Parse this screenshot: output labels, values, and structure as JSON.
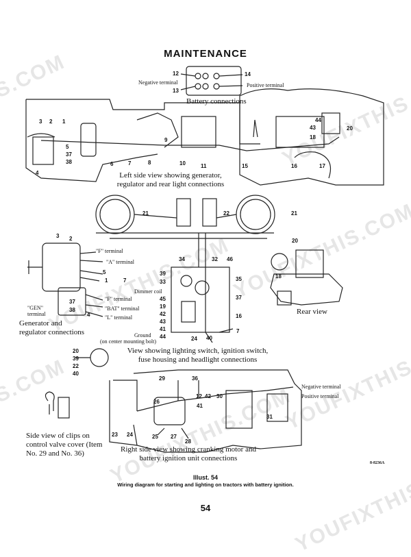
{
  "header": {
    "title": "MAINTENANCE"
  },
  "watermarks": [
    "S.COM",
    "YOUFIXTHIS",
    "YOUFIXTHIS.COM",
    "YOUFIXTHIS.COM",
    "S.COM",
    "YOUFIXTHIS",
    "YOUFIXTHIS.COM",
    "YOUFIXTHIS.COM"
  ],
  "battery": {
    "caption": "Battery connections",
    "negative": "Negative terminal",
    "positive": "Positive terminal",
    "n12": "12",
    "n13": "13",
    "n14": "14"
  },
  "left_side": {
    "caption": "Left side view showing generator, regulator and rear light connections",
    "numbers": [
      "3",
      "2",
      "1",
      "5",
      "37",
      "38",
      "4",
      "6",
      "7",
      "8",
      "9",
      "10",
      "11",
      "15",
      "16",
      "17",
      "44",
      "43",
      "18",
      "20"
    ]
  },
  "dash": {
    "n21a": "21",
    "n22": "22",
    "n21b": "21"
  },
  "generator": {
    "f_terminal": "\"F\" terminal",
    "a_terminal": "\"A\" terminal",
    "gen_terminal": "\"GEN\" terminal",
    "f2_terminal": "\"F\" terminal",
    "bat_terminal": "\"BAT\" terminal",
    "l_terminal": "\"L\" terminal",
    "caption": "Generator and regulator connections",
    "numbers": [
      "3",
      "2",
      "1",
      "5",
      "7",
      "37",
      "38",
      "4"
    ]
  },
  "switch_view": {
    "dimmer": "Dimmer coil",
    "ground": "Ground",
    "ground_sub": "(on center mounting bolt)",
    "caption": "View showing lighting switch, ignition switch, fuse housing and headlight connections",
    "numbers": [
      "34",
      "32",
      "46",
      "39",
      "33",
      "35",
      "45",
      "19",
      "42",
      "43",
      "41",
      "44",
      "37",
      "16",
      "24",
      "40",
      "7"
    ]
  },
  "rear": {
    "caption": "Rear view",
    "n20": "20",
    "n18": "18"
  },
  "clips": {
    "caption": "Side view of clips on control valve cover (Item No. 29 and No. 36)",
    "numbers": [
      "20",
      "39",
      "22",
      "40"
    ]
  },
  "right_side": {
    "negative": "Negative terminal",
    "positive": "Positive terminal",
    "caption": "Right side view showing cranking motor and battery ignition unit connections",
    "numbers": [
      "29",
      "36",
      "12",
      "42",
      "30",
      "26",
      "41",
      "31",
      "23",
      "24",
      "25",
      "27",
      "28"
    ]
  },
  "figure_code": "8-8236A",
  "illust": {
    "label": "Illust. 54",
    "caption": "Wiring diagram for starting and lighting on tractors with battery ignition."
  },
  "page_number": "54"
}
